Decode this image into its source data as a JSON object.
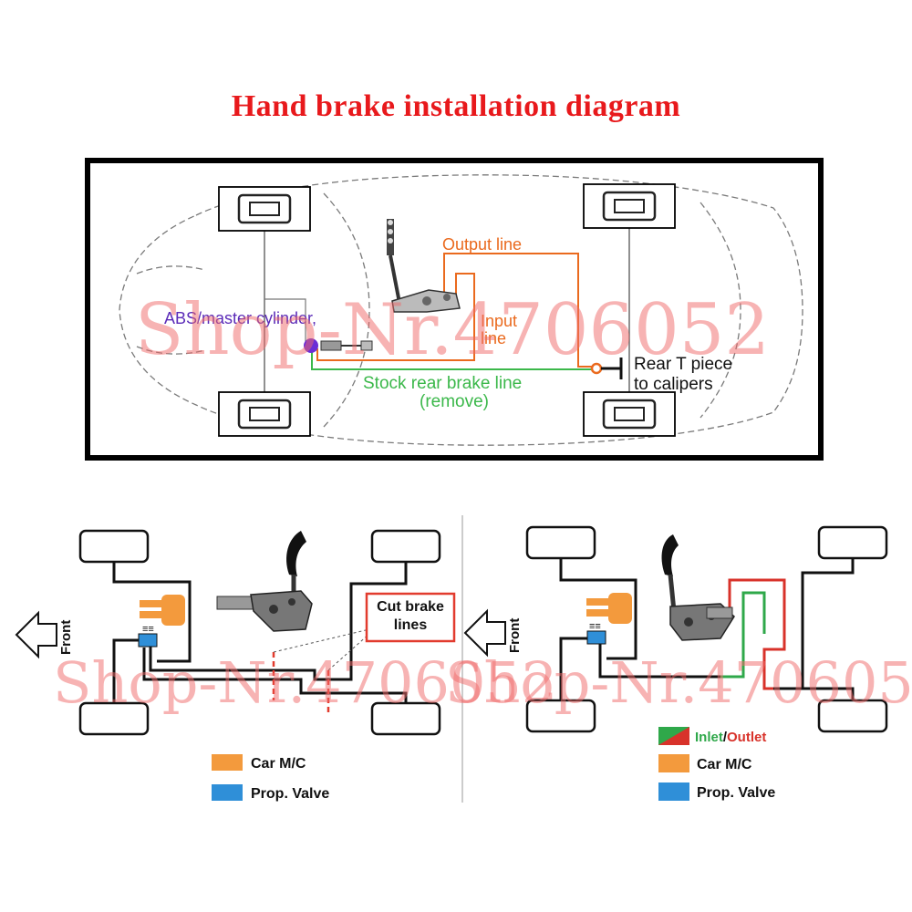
{
  "title": "Hand brake installation diagram",
  "watermark": "Shop-Nr.4706052",
  "top_diagram": {
    "output_line": "Output line",
    "input_line_1": "Input",
    "input_line_2": "line",
    "abs_master": "ABS/master cylinder,",
    "stock_line_1": "Stock rear brake line",
    "stock_line_2": "(remove)",
    "rear_t_1": "Rear T piece",
    "rear_t_2": "to calipers"
  },
  "bottom_left": {
    "front_label": "Front",
    "cut_label_1": "Cut brake",
    "cut_label_2": "lines",
    "legend": [
      "Car M/C",
      "Prop. Valve"
    ]
  },
  "bottom_right": {
    "front_label": "Front",
    "legend_inlet": "Inlet",
    "legend_slash": "/",
    "legend_outlet": "Outlet",
    "legend": [
      "Car M/C",
      "Prop. Valve"
    ]
  },
  "colors": {
    "title": "#e8191c",
    "output_line": "#ea6a1e",
    "stock_line": "#3bb84a",
    "abs_text": "#5b2bb8",
    "master_cylinder": "#f39a3d",
    "prop_valve": "#2f8fd8",
    "cut_box": "#e23b2e",
    "inlet_green": "#2fa84a",
    "outlet_red": "#d8322a"
  }
}
